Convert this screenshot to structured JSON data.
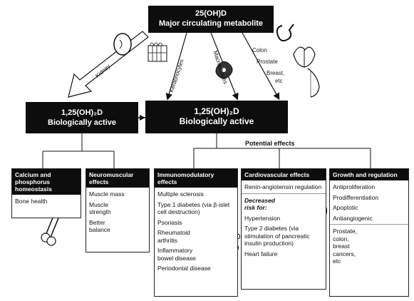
{
  "top": {
    "line1": "25(OH)D",
    "line2": "Major circulating metabolite"
  },
  "left_box": {
    "line1": "1,25(OH)₂D",
    "line2": "Biologically active"
  },
  "main_box": {
    "line1": "1,25(OH)₂D",
    "line2": "Biologically active"
  },
  "arrows": {
    "kidney": "Kidney",
    "keratinocytes": "Keratinocytes",
    "macrophages": "Macrophages"
  },
  "tissues": {
    "colon": "Colon",
    "prostate": "Prostate",
    "breast": "Breast,",
    "etc": "etc"
  },
  "potential_effects": "Potential effects",
  "panels": {
    "calcium": {
      "title": "Calcium and phosphorus homeostasis",
      "items": [
        "Bone health"
      ]
    },
    "neuro": {
      "title": "Neuromuscular effects",
      "items": [
        "Muscle mass",
        "Muscle strength",
        "Better balance"
      ]
    },
    "immuno": {
      "title": "Immunomodulatory effects",
      "items": [
        "Multiple sclerosis",
        "Type 1 diabetes (via β-islet cell destruction)",
        "Psoriasis",
        "Rheumatoid arthritis",
        "Inflammatory bowel disease",
        "Periodontal disease"
      ]
    },
    "cardio": {
      "title": "Cardiovascular effects",
      "items": [
        "Renin-angiotensin regulation",
        "Decreased risk for:",
        "Hypertension",
        "Type 2 diabetes (via stimulation of pancreatic insulin production)",
        "Heart failure"
      ]
    },
    "growth": {
      "title": "Growth and regulation",
      "items": [
        "Antiproliferation",
        "Prodifferentiation",
        "Apoptotic",
        "Antiangiogenic",
        "Prostate, colon, breast cancers, etc"
      ]
    }
  }
}
